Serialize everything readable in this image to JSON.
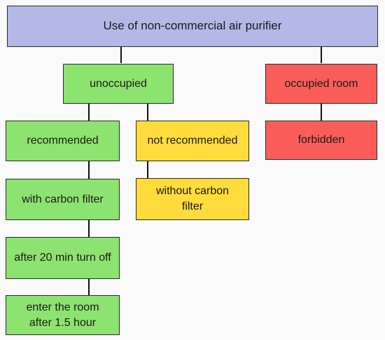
{
  "colors": {
    "title": "#b3b8e6",
    "green": "#8de36f",
    "yellow": "#ffdc3b",
    "red": "#fb5e5a",
    "line": "#111111"
  },
  "nodes": {
    "title": "Use of non-commercial air purifier",
    "unoccupied": "unoccupied",
    "occupied_room": "occupied room",
    "recommended": "recommended",
    "not_recommended": "not recommended",
    "forbidden": "forbidden",
    "with_carbon_filter": "with carbon filter",
    "without_carbon_filter": "without carbon filter",
    "after_20_min": "after 20 min turn off",
    "enter_room": "enter the room after 1.5 hour"
  }
}
